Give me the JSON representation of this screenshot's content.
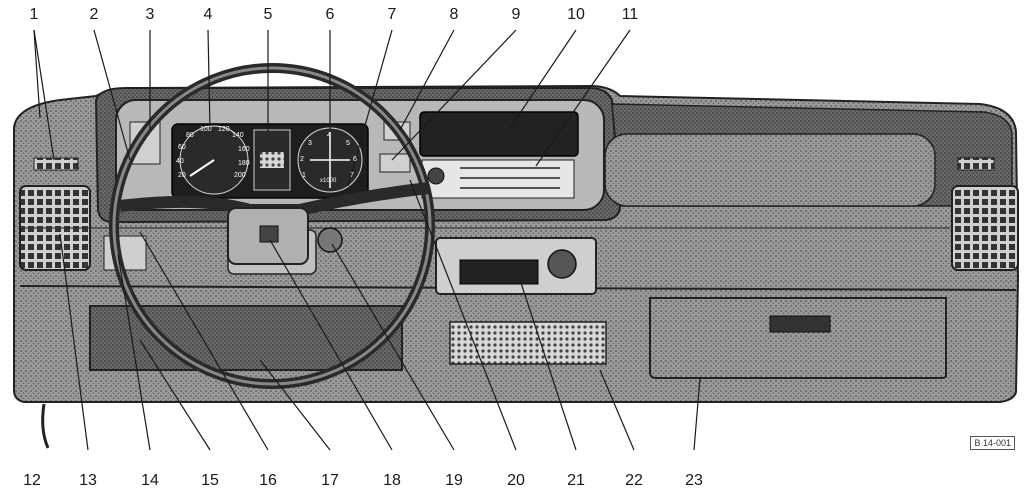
{
  "callouts": {
    "top": [
      "1",
      "2",
      "3",
      "4",
      "5",
      "6",
      "7",
      "8",
      "9",
      "10",
      "11"
    ],
    "bottom": [
      "12",
      "13",
      "14",
      "15",
      "16",
      "17",
      "18",
      "19",
      "20",
      "21",
      "22",
      "23"
    ]
  },
  "reference_code": "B 14-001",
  "gauges": {
    "speedometer": {
      "scale": [
        "20",
        "40",
        "60",
        "80",
        "100",
        "120",
        "140",
        "160",
        "180",
        "200"
      ]
    },
    "tachometer": {
      "scale": [
        "1",
        "2",
        "3",
        "4",
        "5",
        "6",
        "7"
      ],
      "unit": "x1000"
    }
  },
  "colors": {
    "ink": "#1a1a1a",
    "dashboard": "#8d8d8d",
    "paper": "#ffffff"
  }
}
